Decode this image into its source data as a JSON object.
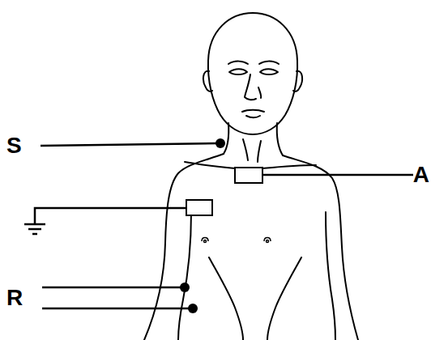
{
  "diagram": {
    "labels": [
      "S",
      "A",
      "R"
    ]
  }
}
